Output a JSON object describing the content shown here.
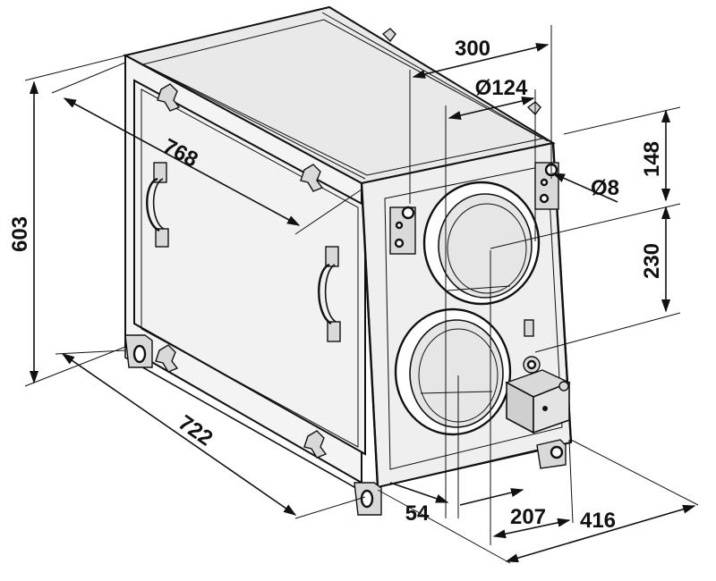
{
  "dimensions": {
    "height_total": "603",
    "depth_top": "768",
    "length_bottom": "722",
    "width_top": "300",
    "duct_diameter": "Ø124",
    "hole_diameter": "Ø8",
    "top_duct_offset": "148",
    "duct_spacing": "230",
    "bottom_offset": "54",
    "duct_horizontal": "207",
    "width_total": "416"
  }
}
